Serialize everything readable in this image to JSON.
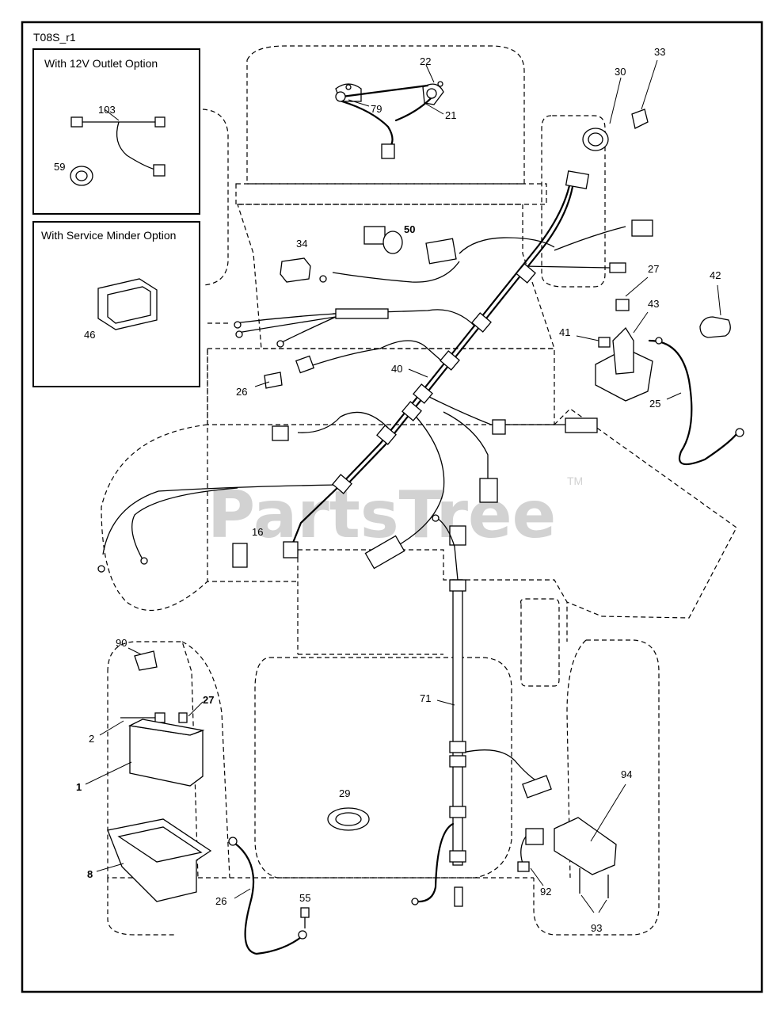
{
  "diagram_id": "T08S_r1",
  "watermark": {
    "text": "PartsTree",
    "trademark": "TM"
  },
  "inset_boxes": {
    "outlet_option": {
      "title": "With 12V Outlet Option"
    },
    "service_minder_option": {
      "title": "With Service Minder Option"
    }
  },
  "callouts": {
    "c103": "103",
    "c59": "59",
    "c46": "46",
    "c22": "22",
    "c79": "79",
    "c21": "21",
    "c30": "30",
    "c33": "33",
    "c50": "50",
    "c34": "34",
    "c27a": "27",
    "c42": "42",
    "c43": "43",
    "c41": "41",
    "c25": "25",
    "c40": "40",
    "c26a": "26",
    "c16": "16",
    "c90": "90",
    "c27b": "27",
    "c2": "2",
    "c1": "1",
    "c8": "8",
    "c26b": "26",
    "c55": "55",
    "c29": "29",
    "c71": "71",
    "c94": "94",
    "c92": "92",
    "c93": "93"
  }
}
